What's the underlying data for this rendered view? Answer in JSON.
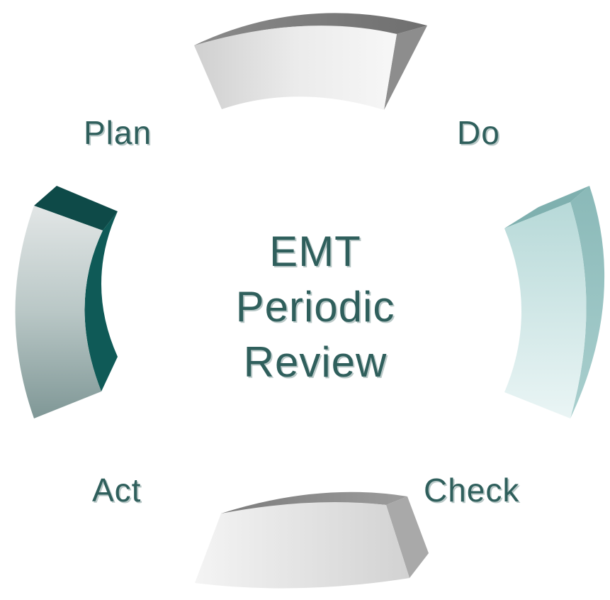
{
  "stages": {
    "plan": "Plan",
    "do": "Do",
    "check": "Check",
    "act": "Act"
  },
  "center": {
    "line1": "EMT",
    "line2": "Periodic",
    "line3": "Review"
  },
  "colors": {
    "text": "#2f5f5c",
    "text_shadow": "#b9c8c7",
    "teal_dark": "#0f5a57",
    "teal_light": "#8fbebd",
    "gray_face": "#e6e6e6",
    "gray_side": "#9a9a9a"
  }
}
